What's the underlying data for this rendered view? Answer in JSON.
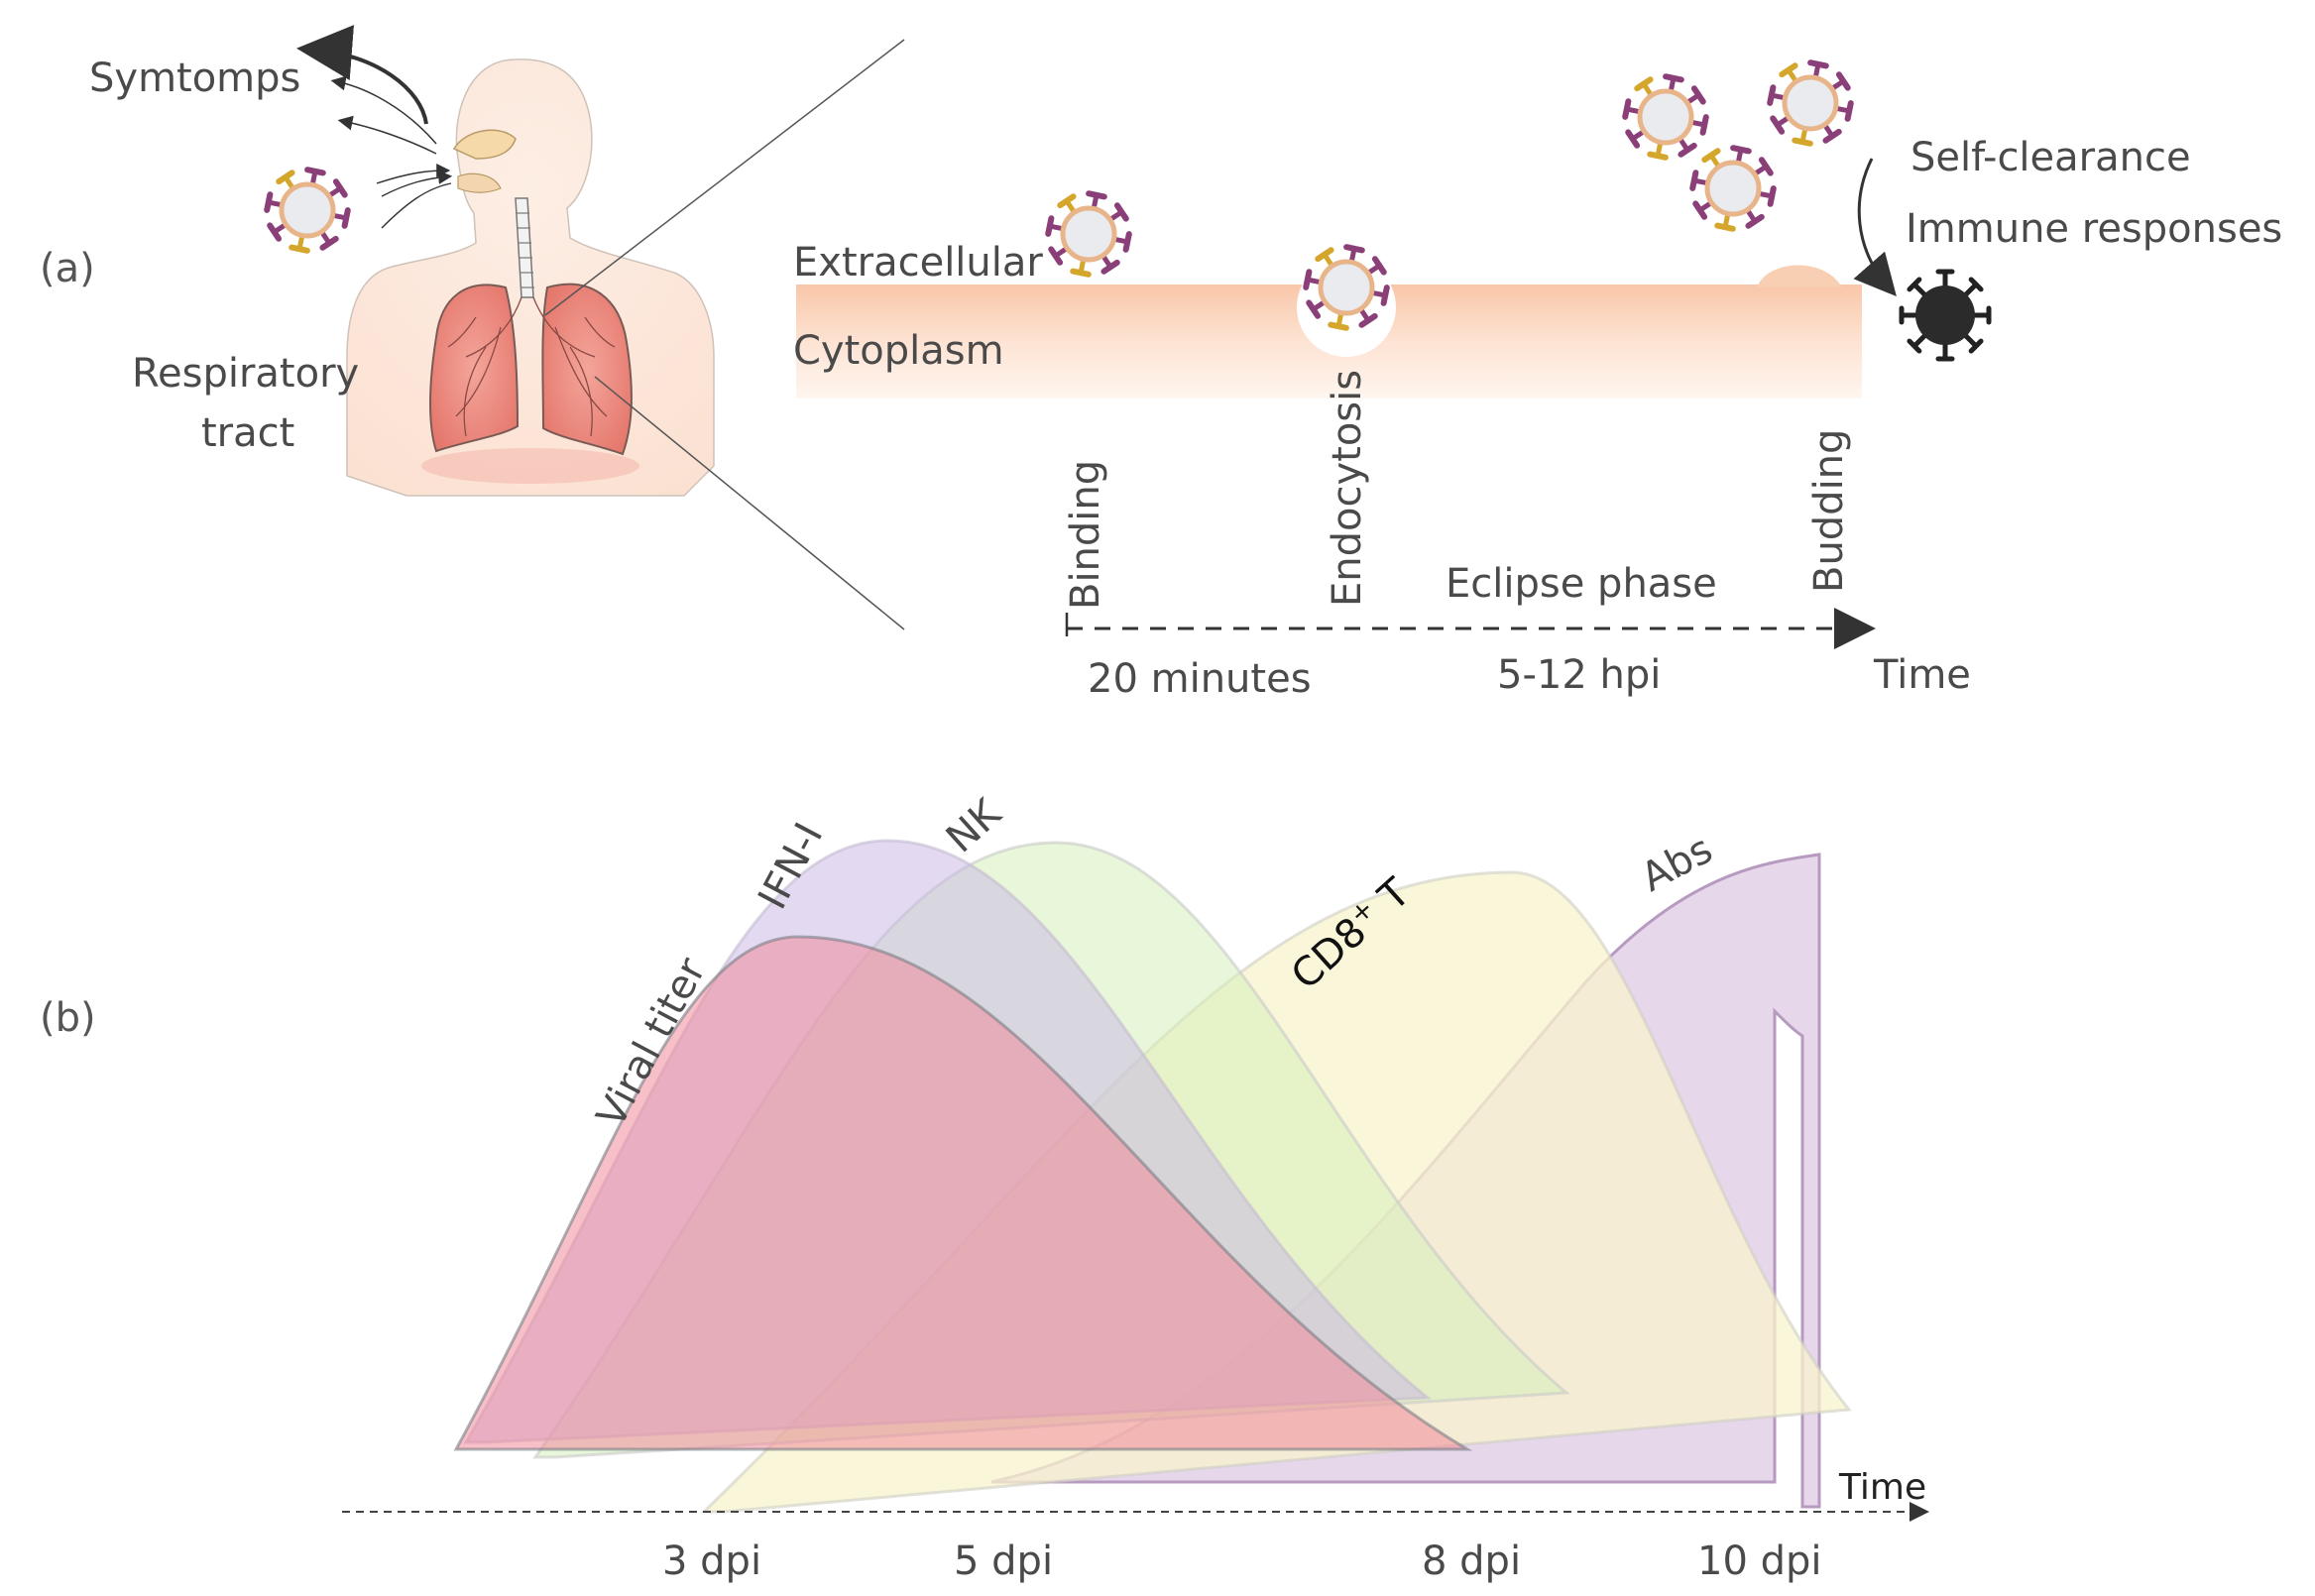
{
  "panels": {
    "a_label": "(a)",
    "b_label": "(b)"
  },
  "panel_a": {
    "symptoms": "Symtomps",
    "respiratory_line1": "Respiratory",
    "respiratory_line2": "tract",
    "extracellular": "Extracellular",
    "cytoplasm": "Cytoplasm",
    "self_clearance": "Self-clearance",
    "immune_responses": "Immune responses",
    "stages": {
      "binding": "Binding",
      "endocytosis": "Endocytosis",
      "budding": "Budding",
      "eclipse_phase": "Eclipse phase"
    },
    "time_label": "Time",
    "durations": {
      "first": "20 minutes",
      "second": "5-12 hpi"
    }
  },
  "panel_b": {
    "curves": {
      "viral_titer": "Viral titer",
      "ifn": "IFN-I",
      "nk": "NK",
      "cd8_main": "CD8",
      "cd8_sup": "+",
      "cd8_tail": " T",
      "abs": "Abs"
    },
    "time_label": "Time",
    "ticks": [
      "3 dpi",
      "5 dpi",
      "8 dpi",
      "10 dpi"
    ]
  },
  "colors": {
    "viral": "#f08a9a",
    "ifn": "#c8b6e6",
    "nk": "#d6efb9",
    "cd8": "#f8f3cc",
    "abs": "#d2b7d9",
    "membrane": "#fbd6c2",
    "virus_spike_purple": "#8a3f78",
    "virus_spike_gold": "#d4a72c",
    "virus_ring": "#e8b48a"
  }
}
